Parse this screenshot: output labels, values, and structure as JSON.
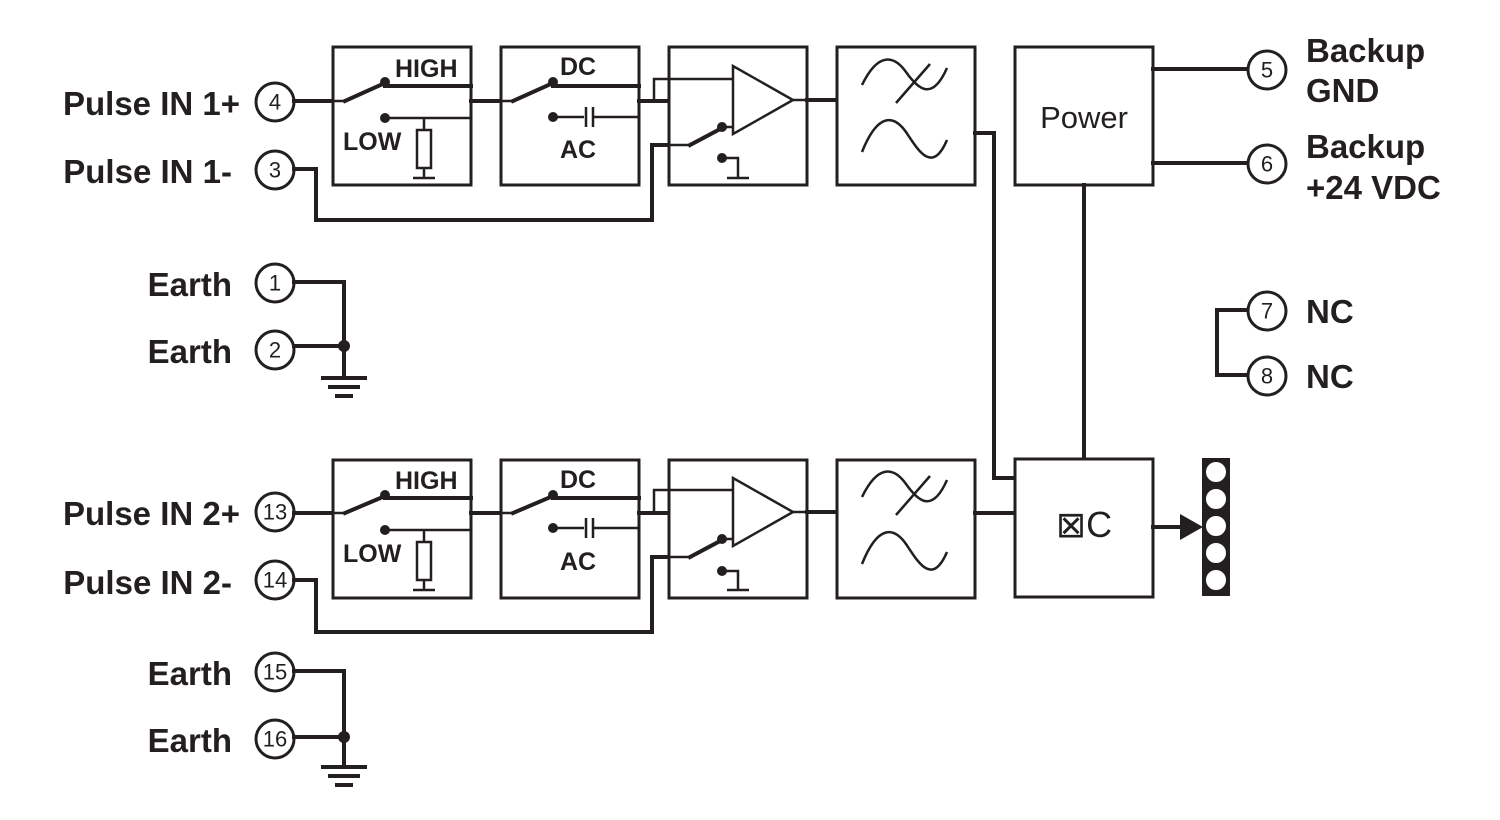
{
  "channel1": {
    "plus_label": "Pulse IN 1+",
    "minus_label": "Pulse IN 1-",
    "plus_terminal": "4",
    "minus_terminal": "3",
    "switch_high": "HIGH",
    "switch_low": "LOW",
    "coupling_dc": "DC",
    "coupling_ac": "AC"
  },
  "channel2": {
    "plus_label": "Pulse IN 2+",
    "minus_label": "Pulse IN 2-",
    "plus_terminal": "13",
    "minus_terminal": "14",
    "switch_high": "HIGH",
    "switch_low": "LOW",
    "coupling_dc": "DC",
    "coupling_ac": "AC"
  },
  "earth1": {
    "label_a": "Earth",
    "label_b": "Earth",
    "terminal_a": "1",
    "terminal_b": "2"
  },
  "earth2": {
    "label_a": "Earth",
    "label_b": "Earth",
    "terminal_a": "15",
    "terminal_b": "16"
  },
  "power": {
    "block_label": "Power",
    "gnd_line1": "Backup",
    "gnd_line2": "GND",
    "gnd_terminal": "5",
    "vdc_line1": "Backup",
    "vdc_line2": "+24 VDC",
    "vdc_terminal": "6"
  },
  "nc": {
    "label_a": "NC",
    "label_b": "NC",
    "terminal_a": "7",
    "terminal_b": "8"
  },
  "mcu": {
    "label": "⊠C"
  },
  "icons": {
    "switch": "spdt-switch-icon",
    "resistor": "resistor-icon",
    "capacitor": "capacitor-icon",
    "amplifier": "op-amp-icon",
    "filter": "sine-filter-icon",
    "ground": "earth-ground-icon",
    "connector": "bus-connector-icon"
  },
  "colors": {
    "line": "#231f20",
    "background": "#ffffff"
  }
}
